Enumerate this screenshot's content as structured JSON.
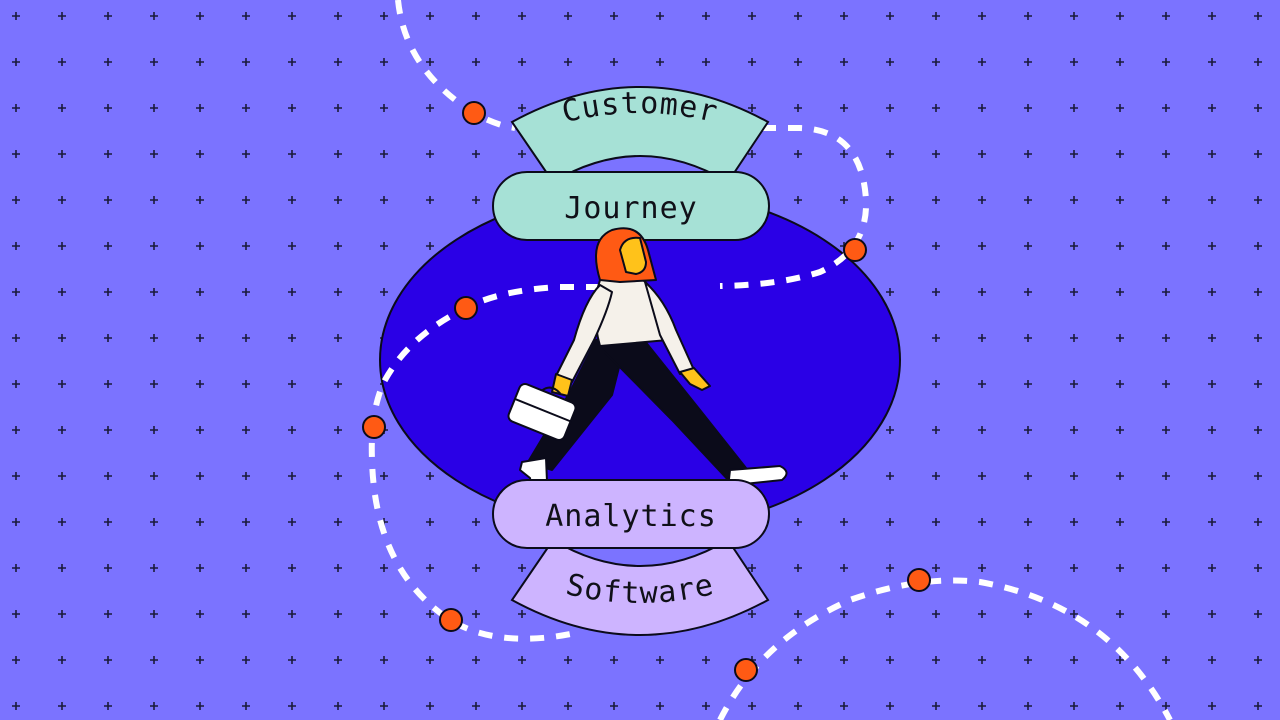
{
  "colors": {
    "background": "#7b73ff",
    "grid_cross": "#1a1a3a",
    "oval": "#2a00e6",
    "mint": "#a6e1d6",
    "lavender": "#cdb4ff",
    "outline": "#0b0b1a",
    "path": "#ffffff",
    "dot": "#ff5a14"
  },
  "labels": {
    "customer": "Customer",
    "journey": "Journey",
    "analytics": "Analytics",
    "software": "Software"
  },
  "icons": {
    "background_grid": "plus-grid-pattern",
    "figure": "walking-woman-with-briefcase"
  }
}
